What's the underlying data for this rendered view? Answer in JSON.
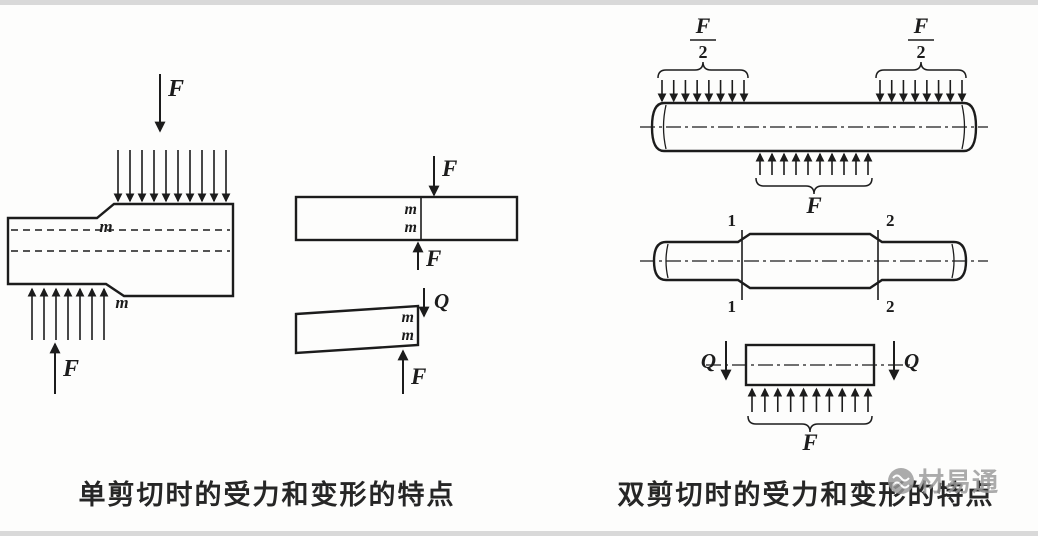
{
  "colors": {
    "ink": "#1c1c1c",
    "watermark": "#9a9a9a",
    "edge_band": "#d9d9d9"
  },
  "single_shear": {
    "caption": "单剪切时的受力和变形的特点",
    "force_top": "F",
    "force_bottom": "F",
    "plane_mark_upper": "m",
    "plane_mark_lower": "m",
    "bar": {
      "force_top": "F",
      "force_bottom": "F",
      "section_top": "m",
      "section_bottom": "m"
    },
    "piece": {
      "section_top": "m",
      "section_bottom": "m",
      "shear_force": "Q",
      "force": "F"
    }
  },
  "double_shear": {
    "caption": "双剪切时的受力和变形的特点",
    "load_left": {
      "num": "F",
      "den": "2"
    },
    "load_right": {
      "num": "F",
      "den": "2"
    },
    "reaction": "F",
    "pin": {
      "s1_top": "1",
      "s1_bottom": "1",
      "s2_top": "2",
      "s2_bottom": "2"
    },
    "element": {
      "shear_left": "Q",
      "shear_right": "Q",
      "load": "F"
    }
  },
  "watermark": {
    "text": "材易通"
  }
}
